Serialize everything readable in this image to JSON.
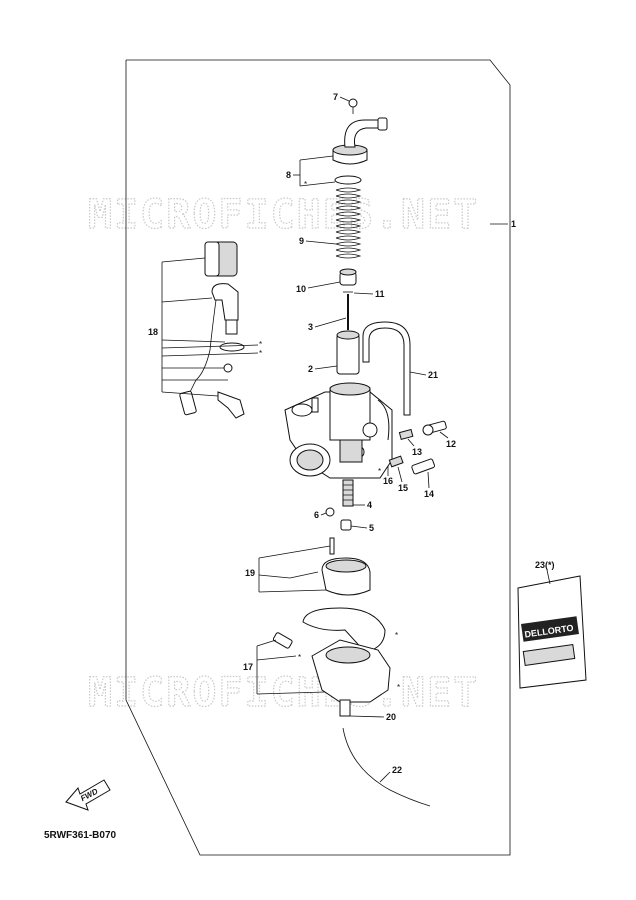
{
  "diagram_code": "5RWF361-B070",
  "fwd_label": "FWD",
  "watermarks": [
    "MICROFICHES.NET",
    "MICROFICHES.NET"
  ],
  "kit_label": "23(*)",
  "kit_brand": "DELLORTO",
  "asterisk": "*",
  "callouts": {
    "p1": "1",
    "p2": "2",
    "p3": "3",
    "p4": "4",
    "p5": "5",
    "p6": "6",
    "p7": "7",
    "p8": "8",
    "p9": "9",
    "p10": "10",
    "p11": "11",
    "p12": "12",
    "p13": "13",
    "p14": "14",
    "p15": "15",
    "p16": "16",
    "p17": "17",
    "p18": "18",
    "p19": "19",
    "p20": "20",
    "p21": "21",
    "p22": "22"
  },
  "colors": {
    "line": "#111111",
    "watermark": "#c9c9c9",
    "shade": "#d9d9d9"
  }
}
